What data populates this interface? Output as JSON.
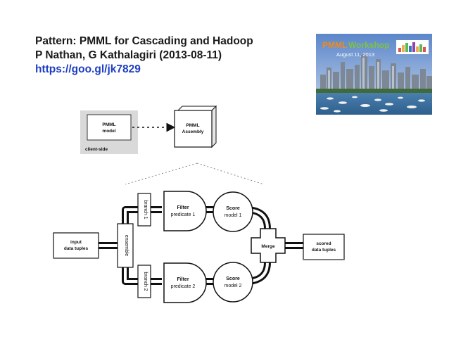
{
  "header": {
    "title_line1": "Pattern: PMML for Cascading and Hadoop",
    "title_line2": "P Nathan, G Kathalagiri (2013-08-11)",
    "link": "https://goo.gl/jk7829"
  },
  "photo": {
    "workshop_a": "PMML",
    "workshop_b": "Workshop",
    "date": "August 11, 2013"
  },
  "top_diagram": {
    "client_model_line1": "PMML",
    "client_model_line2": "model",
    "client_side_label": "client-side",
    "assembly_line1": "PMML",
    "assembly_line2": "Assembly"
  },
  "flow": {
    "input_line1": "input",
    "input_line2": "data tuples",
    "ensemble": "ensemble",
    "branch1": "branch 1",
    "branch2": "branch 2",
    "filter1_line1": "Filter",
    "filter1_line2": "predicate 1",
    "filter2_line1": "Filter",
    "filter2_line2": "predicate 2",
    "score1_line1": "Score",
    "score1_line2": "model 1",
    "score2_line1": "Score",
    "score2_line2": "model 2",
    "merge": "Merge",
    "output_line1": "scored",
    "output_line2": "data tuples"
  }
}
